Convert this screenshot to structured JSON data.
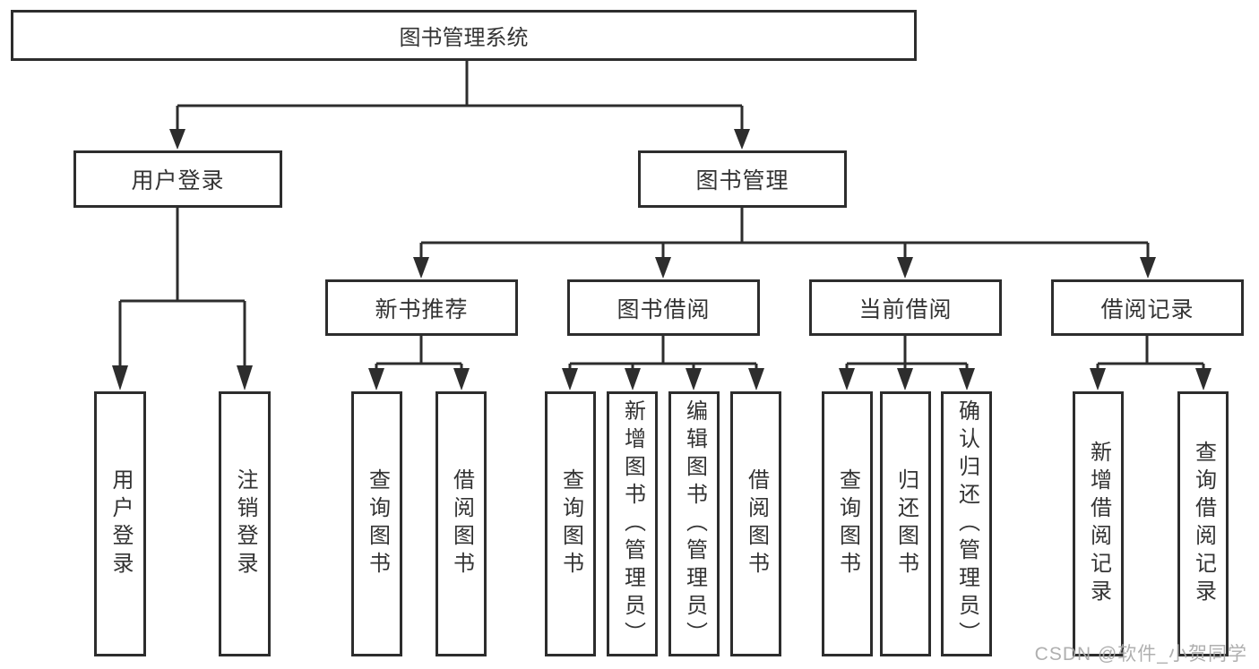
{
  "diagram_title": "图书管理系统",
  "colors": {
    "line": "#2d2d2d",
    "box_border": "#2d2d2d",
    "text": "#333333",
    "background": "#ffffff",
    "watermark": "#a9a9a9"
  },
  "tree": {
    "root": {
      "label": "图书管理系统"
    },
    "branches": [
      {
        "label": "用户登录",
        "children": [
          {
            "label": "用户登录"
          },
          {
            "label": "注销登录"
          }
        ]
      },
      {
        "label": "图书管理",
        "children": [
          {
            "label": "新书推荐",
            "children": [
              {
                "label": "查询图书"
              },
              {
                "label": "借阅图书"
              }
            ]
          },
          {
            "label": "图书借阅",
            "children": [
              {
                "label": "查询图书"
              },
              {
                "label": "新增图书（管理员）"
              },
              {
                "label": "编辑图书（管理员）"
              },
              {
                "label": "借阅图书"
              }
            ]
          },
          {
            "label": "当前借阅",
            "children": [
              {
                "label": "查询图书"
              },
              {
                "label": "归还图书"
              },
              {
                "label": "确认归还（管理员）"
              }
            ]
          },
          {
            "label": "借阅记录",
            "children": [
              {
                "label": "新增借阅记录"
              },
              {
                "label": "查询借阅记录"
              }
            ]
          }
        ]
      }
    ]
  },
  "watermark": {
    "text": "CSDN @软件_小贺同学"
  }
}
